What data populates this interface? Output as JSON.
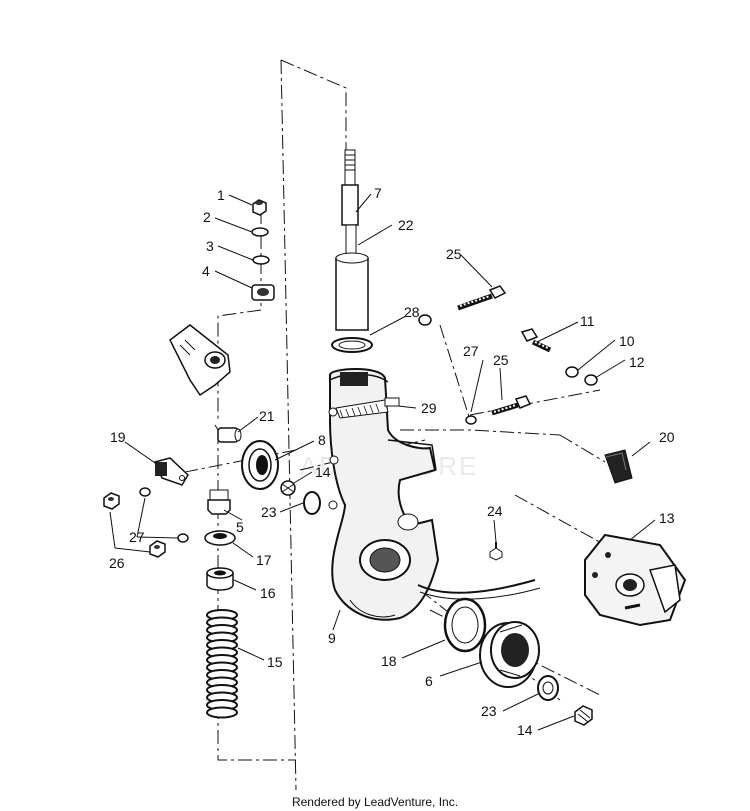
{
  "footer": "Rendered by LeadVenture, Inc.",
  "watermark": "ADVENTURE",
  "callouts": [
    {
      "id": "c1",
      "text": "1"
    },
    {
      "id": "c2",
      "text": "2"
    },
    {
      "id": "c3",
      "text": "3"
    },
    {
      "id": "c4",
      "text": "4"
    },
    {
      "id": "c5",
      "text": "5"
    },
    {
      "id": "c6",
      "text": "6"
    },
    {
      "id": "c7",
      "text": "7"
    },
    {
      "id": "c8",
      "text": "8"
    },
    {
      "id": "c9",
      "text": "9"
    },
    {
      "id": "c10",
      "text": "10"
    },
    {
      "id": "c11",
      "text": "11"
    },
    {
      "id": "c12",
      "text": "12"
    },
    {
      "id": "c13",
      "text": "13"
    },
    {
      "id": "c14a",
      "text": "14"
    },
    {
      "id": "c14b",
      "text": "14"
    },
    {
      "id": "c15",
      "text": "15"
    },
    {
      "id": "c16",
      "text": "16"
    },
    {
      "id": "c17",
      "text": "17"
    },
    {
      "id": "c18",
      "text": "18"
    },
    {
      "id": "c19",
      "text": "19"
    },
    {
      "id": "c20",
      "text": "20"
    },
    {
      "id": "c21",
      "text": "21"
    },
    {
      "id": "c22",
      "text": "22"
    },
    {
      "id": "c23a",
      "text": "23"
    },
    {
      "id": "c23b",
      "text": "23"
    },
    {
      "id": "c24",
      "text": "24"
    },
    {
      "id": "c25a",
      "text": "25"
    },
    {
      "id": "c25b",
      "text": "25"
    },
    {
      "id": "c26",
      "text": "26"
    },
    {
      "id": "c27a",
      "text": "27"
    },
    {
      "id": "c27b",
      "text": "27"
    },
    {
      "id": "c28",
      "text": "28"
    },
    {
      "id": "c29",
      "text": "29"
    }
  ]
}
